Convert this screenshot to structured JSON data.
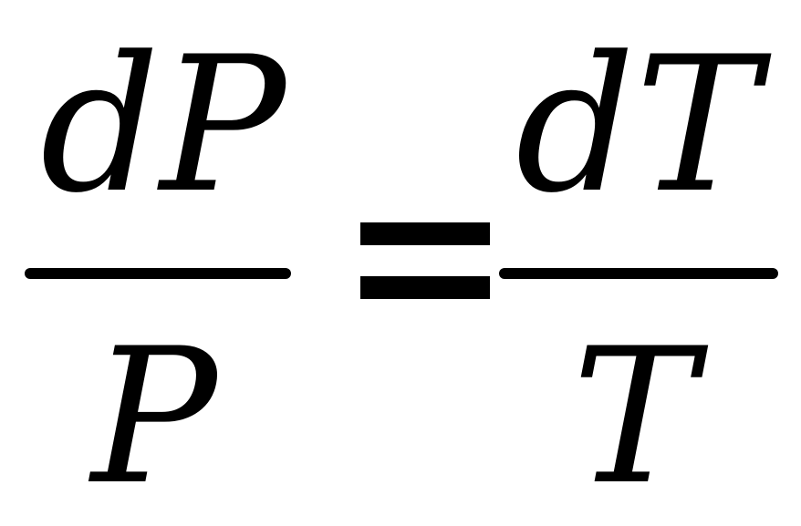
{
  "equation": {
    "left_numerator": "dP",
    "left_denominator": "P",
    "operator": "=",
    "right_numerator": "dT",
    "right_denominator": "T"
  }
}
